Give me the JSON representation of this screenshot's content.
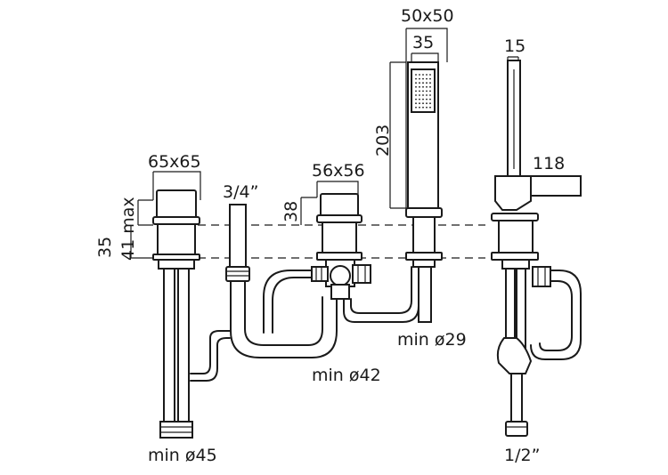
{
  "title": "",
  "labels": {
    "d_65x65": "65x65",
    "d_41max": "41 max",
    "d_35": "35",
    "d_34in": "3/4”",
    "d_56x56": "56x56",
    "d_38": "38",
    "d_50x50": "50x50",
    "d_35b": "35",
    "d_203": "203",
    "d_15": "15",
    "d_118": "118",
    "min_29": "min ø29",
    "min_42": "min ø42",
    "min_45": "min ø45",
    "d_12in": "1/2”"
  },
  "colors": {
    "line": "#1a1a1a",
    "background": "#ffffff"
  }
}
